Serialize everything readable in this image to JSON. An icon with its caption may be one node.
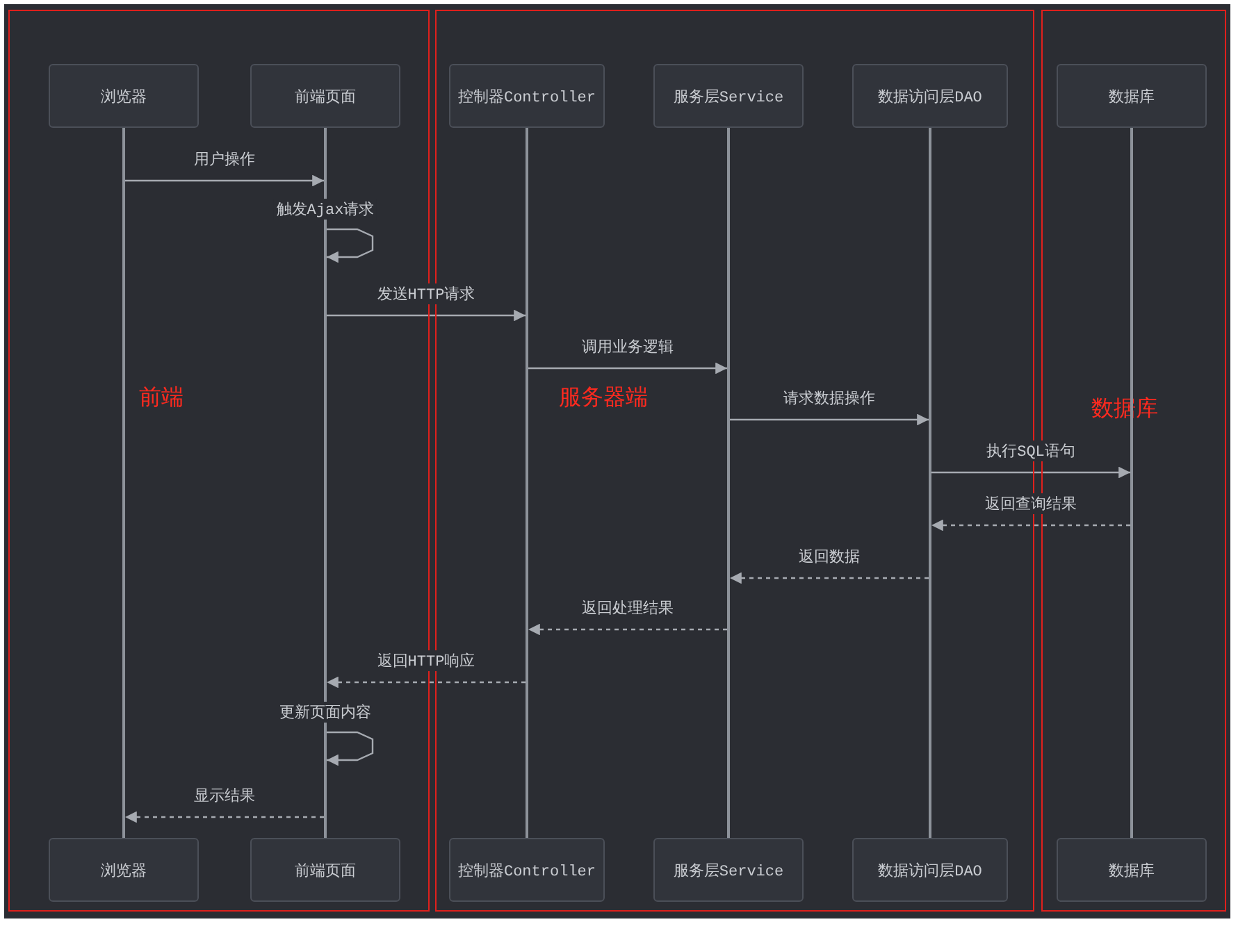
{
  "diagram": {
    "nodes": [
      {
        "text": [
          "前端"
        ]
      },
      {
        "text": [
          "浏览器"
        ],
        "in": 0
      },
      {
        "text": [
          "前端页面"
        ],
        "in": 0
      },
      {
        "text": [],
        "shape": "bar",
        "in": 0
      },
      {
        "text": [],
        "shape": "bar",
        "in": 0
      },
      {
        "text": [
          "浏览器"
        ],
        "in": 0
      },
      {
        "text": [
          "前端页面"
        ],
        "in": 0
      },
      {
        "text": [
          "服务器端"
        ]
      },
      {
        "text": [
          "控制器Controller"
        ],
        "in": 7
      },
      {
        "text": [
          "服务层Service"
        ],
        "in": 7
      },
      {
        "text": [
          "数据访问层DAO"
        ],
        "in": 7
      },
      {
        "text": [],
        "shape": "bar",
        "in": 7
      },
      {
        "text": [],
        "shape": "bar",
        "in": 7
      },
      {
        "text": [],
        "shape": "bar",
        "in": 7
      },
      {
        "text": [
          "控制器Controller"
        ],
        "in": 7
      },
      {
        "text": [
          "服务层Service"
        ],
        "in": 7
      },
      {
        "text": [
          "数据访问层DAO"
        ],
        "in": 7
      },
      {
        "text": [
          "数据库"
        ]
      },
      {
        "text": [
          "数据库"
        ],
        "in": 17
      },
      {
        "text": [],
        "shape": "bar",
        "in": 17
      },
      {
        "text": [
          "数据库"
        ],
        "in": 17
      }
    ],
    "edges": [
      {
        "from": 3,
        "to": 4,
        "arrow": "to",
        "label": "用户操作"
      },
      {
        "from": 4,
        "to": 4,
        "arrow": "to",
        "label": "触发Ajax请求"
      },
      {
        "from": 4,
        "to": 11,
        "arrow": "to",
        "label": "发送HTTP请求"
      },
      {
        "from": 11,
        "to": 12,
        "arrow": "to",
        "label": "调用业务逻辑"
      },
      {
        "from": 12,
        "to": 13,
        "arrow": "to",
        "label": "请求数据操作"
      },
      {
        "from": 13,
        "to": 19,
        "arrow": "to",
        "label": "执行SQL语句"
      },
      {
        "from": 19,
        "to": 13,
        "arrow": "to",
        "label": "返回查询结果",
        "style": "dashed"
      },
      {
        "from": 13,
        "to": 12,
        "arrow": "to",
        "label": "返回数据",
        "style": "dashed"
      },
      {
        "from": 12,
        "to": 11,
        "arrow": "to",
        "label": "返回处理结果",
        "style": "dashed"
      },
      {
        "from": 11,
        "to": 4,
        "arrow": "to",
        "label": "返回HTTP响应",
        "style": "dashed"
      },
      {
        "from": 4,
        "to": 4,
        "arrow": "to",
        "label": "更新页面内容"
      },
      {
        "from": 4,
        "to": 3,
        "arrow": "to",
        "label": "显示结果",
        "style": "dashed"
      }
    ]
  }
}
